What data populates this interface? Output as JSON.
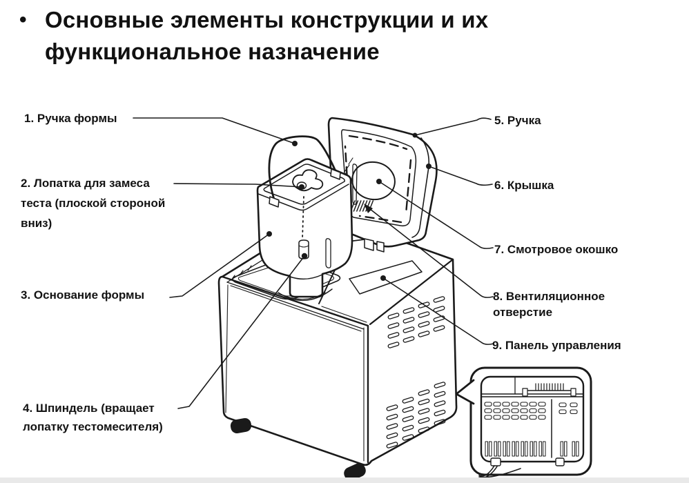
{
  "title": {
    "bullet": "•",
    "text": "Основные элементы конструкции и их\nфункциональное назначение"
  },
  "labels": [
    {
      "id": 1,
      "text": "1. Ручка формы"
    },
    {
      "id": 2,
      "text": "2. Лопатка для замеса\nтеста (плоской стороной\nвниз)"
    },
    {
      "id": 3,
      "text": "3. Основание формы"
    },
    {
      "id": 4,
      "text": "4. Шпиндель  (вращает\nлопатку тестомесителя)"
    },
    {
      "id": 5,
      "text": "5. Ручка"
    },
    {
      "id": 6,
      "text": "6. Крышка"
    },
    {
      "id": 7,
      "text": "7. Смотровое окошко"
    },
    {
      "id": 8,
      "text": "8. Вентиляционное\nотверстие"
    },
    {
      "id": 9,
      "text": "9. Панель управления"
    }
  ],
  "colors": {
    "ink": "#1a1a1a",
    "paper": "#ffffff",
    "bottom_strip": "#e9e9e9"
  }
}
